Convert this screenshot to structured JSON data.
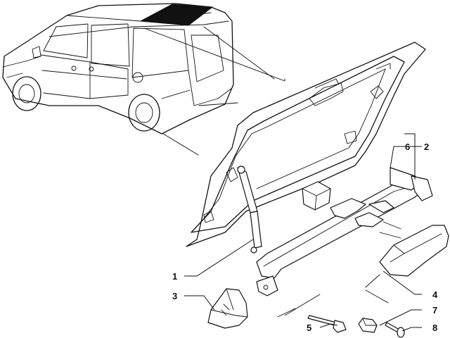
{
  "callouts": [
    {
      "id": "1",
      "text": "1"
    },
    {
      "id": "2",
      "text": "2"
    },
    {
      "id": "3",
      "text": "3"
    },
    {
      "id": "4",
      "text": "4"
    },
    {
      "id": "5",
      "text": "5"
    },
    {
      "id": "6",
      "text": "6"
    },
    {
      "id": "7",
      "text": "7"
    },
    {
      "id": "8",
      "text": "8"
    }
  ],
  "parts": [
    {
      "id": "1",
      "name": "gas-strut"
    },
    {
      "id": "2",
      "name": "hinge-assembly"
    },
    {
      "id": "3",
      "name": "hinge-cover"
    },
    {
      "id": "4",
      "name": "handle-cover"
    },
    {
      "id": "5",
      "name": "bolt"
    },
    {
      "id": "6",
      "name": "hinge-arm"
    },
    {
      "id": "7",
      "name": "clip"
    },
    {
      "id": "8",
      "name": "screw"
    }
  ]
}
